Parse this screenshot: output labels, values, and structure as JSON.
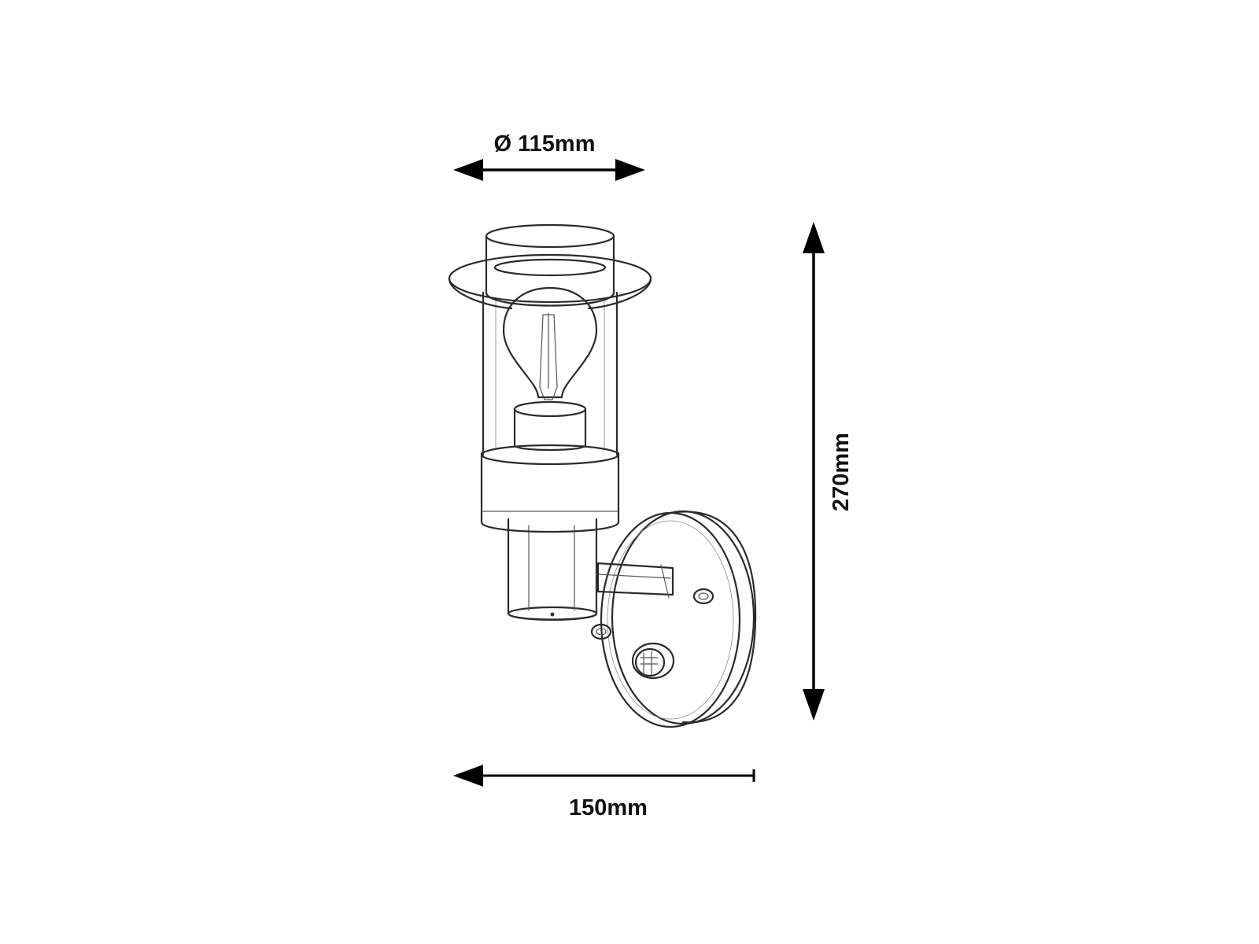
{
  "diagram": {
    "dimensions": {
      "diameter": {
        "symbol": "Ø",
        "value": "115mm"
      },
      "height": {
        "value": "270mm"
      },
      "depth": {
        "value": "150mm"
      }
    },
    "object": "wall-lamp-with-motion-sensor"
  }
}
